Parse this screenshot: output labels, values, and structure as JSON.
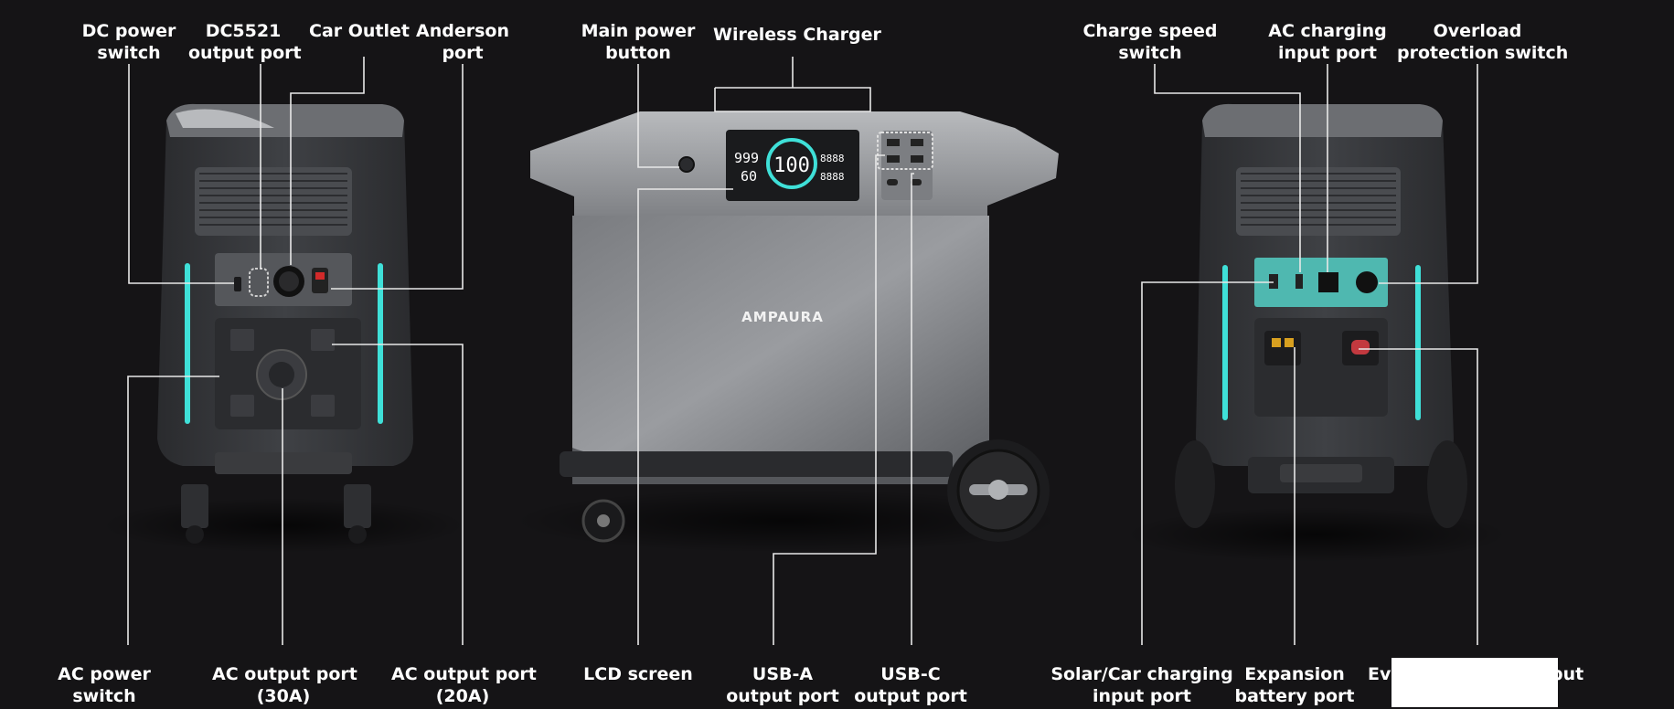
{
  "brand": "AMPAURA",
  "lcd": {
    "left_top": "999",
    "left_bottom": "60",
    "center": "100",
    "right_top": "8888",
    "right_bottom": "8888"
  },
  "labels": {
    "dc_power_switch": [
      "DC power",
      "switch"
    ],
    "dc5521_port": [
      "DC5521",
      "output port"
    ],
    "car_outlet": [
      "Car Outlet"
    ],
    "anderson_port": [
      "Anderson",
      "port"
    ],
    "main_power_button": [
      "Main power",
      "button"
    ],
    "wireless_charger": [
      "Wireless Charger"
    ],
    "charge_speed_switch": [
      "Charge speed",
      "switch"
    ],
    "ac_charging_input": [
      "AC charging",
      "input port"
    ],
    "overload_switch": [
      "Overload",
      "protection switch"
    ],
    "ac_power_switch": [
      "AC power",
      "switch"
    ],
    "ac_output_30a": [
      "AC output port",
      "(30A)"
    ],
    "ac_output_20a": [
      "AC output port",
      "(20A)"
    ],
    "lcd_screen": [
      "LCD screen"
    ],
    "usb_a": [
      "USB-A",
      "output port"
    ],
    "usb_c": [
      "USB-C",
      "output port"
    ],
    "solar_car_input": [
      "Solar/Car charging",
      "input port"
    ],
    "expansion_battery": [
      "Expansion",
      "battery port"
    ],
    "ev_output_partial": [
      "Ev",
      "put"
    ]
  },
  "colors": {
    "background": "#151416",
    "accent_light": "#3fe0d8",
    "panel_teal": "#4fb8b0",
    "leader_line": "#e8e8e8"
  }
}
